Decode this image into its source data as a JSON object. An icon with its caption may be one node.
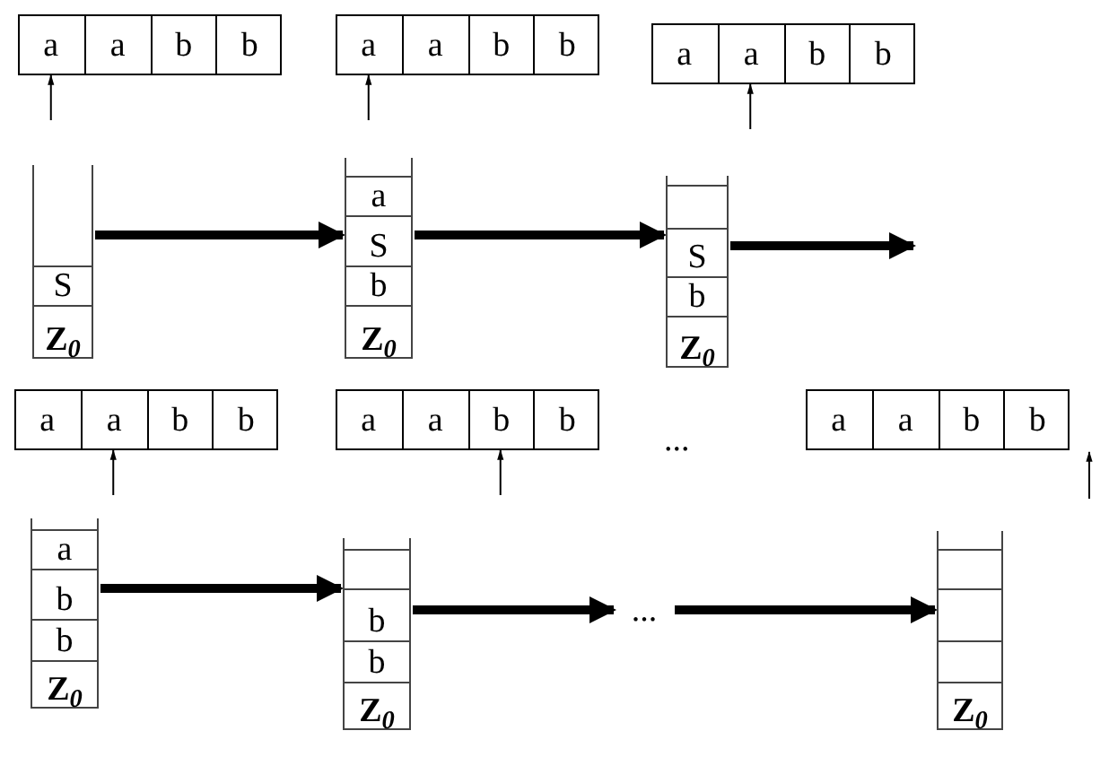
{
  "diagram": {
    "nodes": [
      {
        "text": [],
        "shape": "box"
      },
      {
        "text": [
          "a"
        ],
        "in": 0
      },
      {
        "text": [
          "a"
        ],
        "in": 0
      },
      {
        "text": [
          "b"
        ],
        "in": 0
      },
      {
        "text": [
          "b"
        ],
        "in": 0
      },
      {
        "text": [],
        "shape": "box"
      },
      {
        "text": [
          "a"
        ],
        "in": 5
      },
      {
        "text": [
          "a"
        ],
        "in": 5
      },
      {
        "text": [
          "b"
        ],
        "in": 5
      },
      {
        "text": [
          "b"
        ],
        "in": 5
      },
      {
        "text": [],
        "shape": "box"
      },
      {
        "text": [
          "a"
        ],
        "in": 10
      },
      {
        "text": [
          "a"
        ],
        "in": 10
      },
      {
        "text": [
          "b"
        ],
        "in": 10
      },
      {
        "text": [
          "b"
        ],
        "in": 10
      },
      {
        "text": [],
        "shape": "box"
      },
      {
        "text": [
          "S"
        ],
        "in": 15
      },
      {
        "text": [
          "**Z**$_{0}$"
        ],
        "in": 15
      },
      {
        "text": [],
        "shape": "box"
      },
      {
        "text": [
          "a"
        ],
        "in": 18
      },
      {
        "text": [
          "S"
        ],
        "in": 18
      },
      {
        "text": [
          "b"
        ],
        "in": 18
      },
      {
        "text": [
          "**Z**$_{0}$"
        ],
        "in": 18
      },
      {
        "text": [],
        "shape": "box"
      },
      {
        "text": [],
        "shape": "box",
        "in": 23
      },
      {
        "text": [
          "S"
        ],
        "in": 23
      },
      {
        "text": [
          "b"
        ],
        "in": 23
      },
      {
        "text": [
          "**Z**$_{0}$"
        ],
        "in": 23
      },
      {
        "text": [],
        "shape": "box"
      },
      {
        "text": [
          "a"
        ],
        "in": 28
      },
      {
        "text": [
          "a"
        ],
        "in": 28
      },
      {
        "text": [
          "b"
        ],
        "in": 28
      },
      {
        "text": [
          "b"
        ],
        "in": 28
      },
      {
        "text": [],
        "shape": "box"
      },
      {
        "text": [
          "a"
        ],
        "in": 33
      },
      {
        "text": [
          "a"
        ],
        "in": 33
      },
      {
        "text": [
          "b"
        ],
        "in": 33
      },
      {
        "text": [
          "b"
        ],
        "in": 33
      },
      {
        "text": [],
        "shape": "box"
      },
      {
        "text": [
          "a"
        ],
        "in": 38
      },
      {
        "text": [
          "a"
        ],
        "in": 38
      },
      {
        "text": [
          "b"
        ],
        "in": 38
      },
      {
        "text": [
          "b"
        ],
        "in": 38
      },
      {
        "text": [],
        "shape": "box"
      },
      {
        "text": [
          "a"
        ],
        "in": 43
      },
      {
        "text": [
          "b"
        ],
        "in": 43
      },
      {
        "text": [
          "b"
        ],
        "in": 43
      },
      {
        "text": [
          "**Z**$_{0}$"
        ],
        "in": 43
      },
      {
        "text": [],
        "shape": "box"
      },
      {
        "text": [],
        "shape": "box",
        "in": 48
      },
      {
        "text": [
          "b"
        ],
        "in": 48
      },
      {
        "text": [
          "b"
        ],
        "in": 48
      },
      {
        "text": [
          "**Z**$_{0}$"
        ],
        "in": 48
      },
      {
        "text": [
          "..."
        ]
      },
      {
        "text": [],
        "shape": "box"
      },
      {
        "text": [],
        "shape": "box",
        "in": 54
      },
      {
        "text": [],
        "shape": "box",
        "in": 54
      },
      {
        "text": [],
        "shape": "box",
        "in": 54
      },
      {
        "text": [
          "**Z**$_{0}$"
        ],
        "in": 54
      }
    ],
    "edges": [
      {
        "from": null,
        "to": 1,
        "arrow": "to"
      },
      {
        "from": null,
        "to": 6,
        "arrow": "to"
      },
      {
        "from": null,
        "to": 12,
        "arrow": "to"
      },
      {
        "from": 15,
        "to": 18,
        "arrow": "to"
      },
      {
        "from": 18,
        "to": 23,
        "arrow": "to"
      },
      {
        "from": 23,
        "to": null,
        "arrow": "to"
      },
      {
        "from": null,
        "to": 30,
        "arrow": "to"
      },
      {
        "from": null,
        "to": 36,
        "arrow": "to"
      },
      {
        "from": 43,
        "to": 48,
        "arrow": "to"
      },
      {
        "from": 48,
        "to": 53,
        "arrow": "to"
      },
      {
        "from": 53,
        "to": 54,
        "arrow": "to"
      }
    ],
    "labels": [
      "..."
    ]
  }
}
